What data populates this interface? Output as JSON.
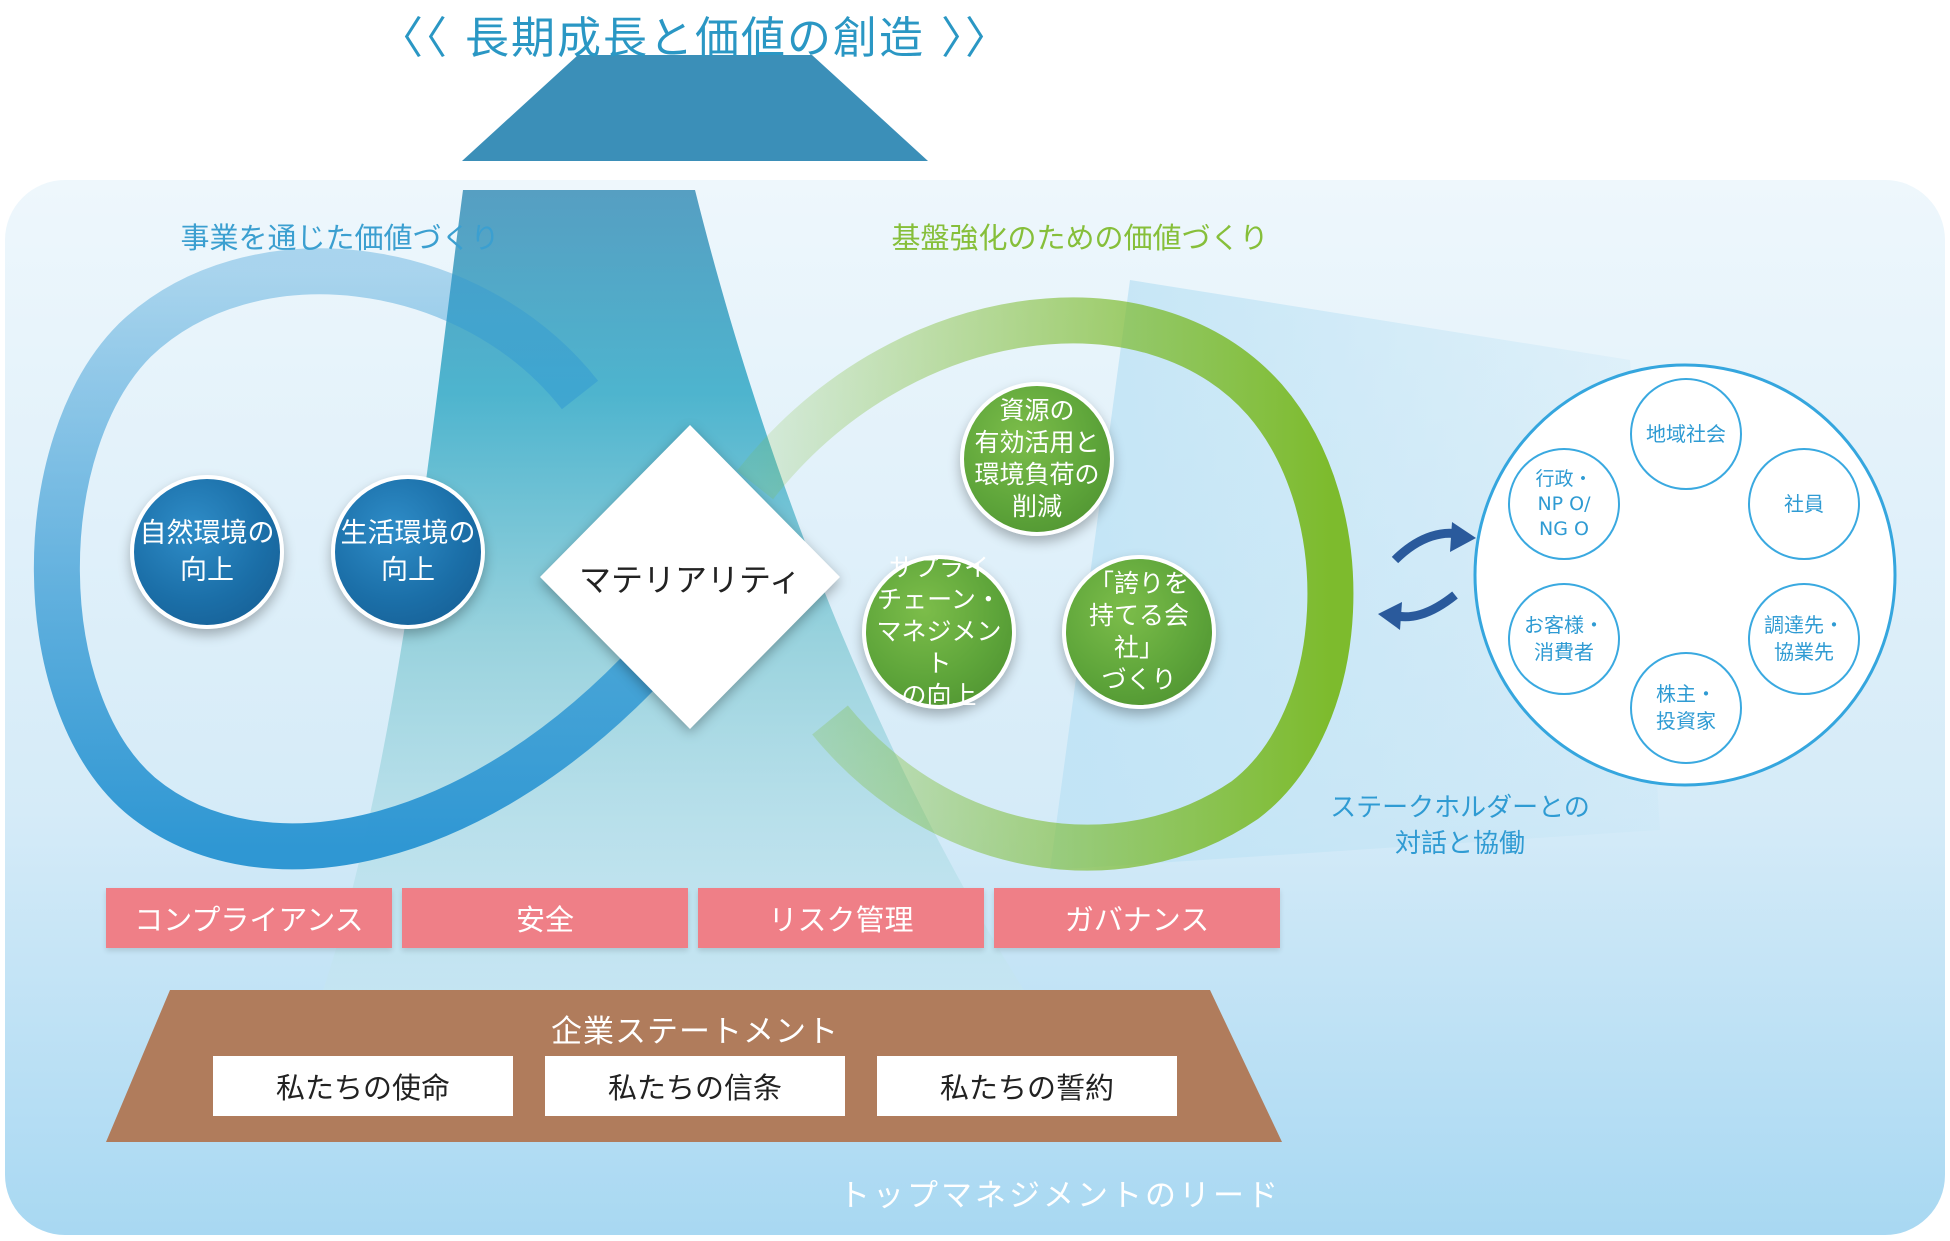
{
  "title": "〈〈 長期成長と価値の創造 〉〉",
  "sections": {
    "left": "事業を通じた価値づくり",
    "right": "基盤強化のための価値づくり"
  },
  "center": "マテリアリティ",
  "left_circles": [
    "自然環境の\n向上",
    "生活環境の\n向上"
  ],
  "right_circles": [
    "資源の\n有効活用と\n環境負荷の\n削減",
    "サプライ\nチェーン・\nマネジメント\nの向上",
    "「誇りを\n持てる会社」\nづくり"
  ],
  "foundation_pillars": [
    "コンプライアンス",
    "安全",
    "リスク管理",
    "ガバナンス"
  ],
  "corporate_statement": {
    "title": "企業ステートメント",
    "items": [
      "私たちの使命",
      "私たちの信条",
      "私たちの誓約"
    ]
  },
  "top_management": "トップマネジメントのリード",
  "stakeholder_label": "ステークホルダーとの\n対話と協働",
  "stakeholders": [
    "地域社会",
    "社員",
    "調達先・\n協業先",
    "株主・\n投資家",
    "お客様・\n消費者",
    "行政・\nNP O/\nNG O"
  ],
  "colors": {
    "blue": "#2f97d3",
    "green": "#7dbb2d",
    "pink": "#ef7f87",
    "brown": "#b07c5c",
    "panel": "#d6ebf7"
  }
}
